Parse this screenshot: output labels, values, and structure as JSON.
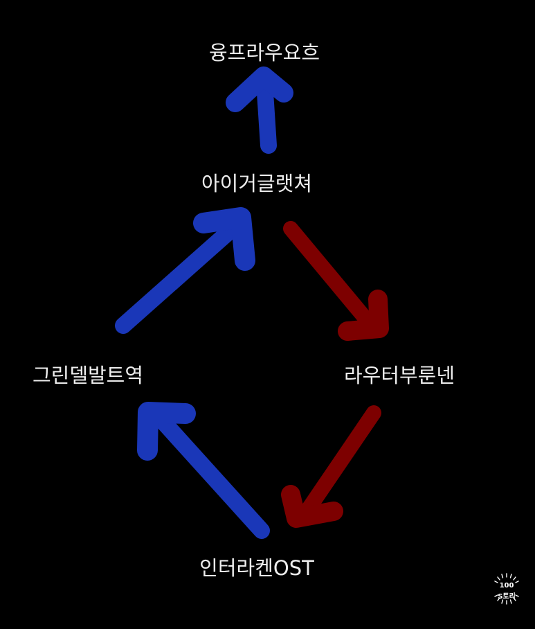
{
  "nodes": {
    "top": "융프라우요흐",
    "middle": "아이거글랫쳐",
    "left": "그린델발트역",
    "right": "라우터부룬넨",
    "bottom": "인터라켄OST"
  },
  "arrow_colors": {
    "blue": "#1a37b8",
    "red": "#7d0000"
  },
  "watermark": {
    "number": "100",
    "text": "S토리"
  }
}
